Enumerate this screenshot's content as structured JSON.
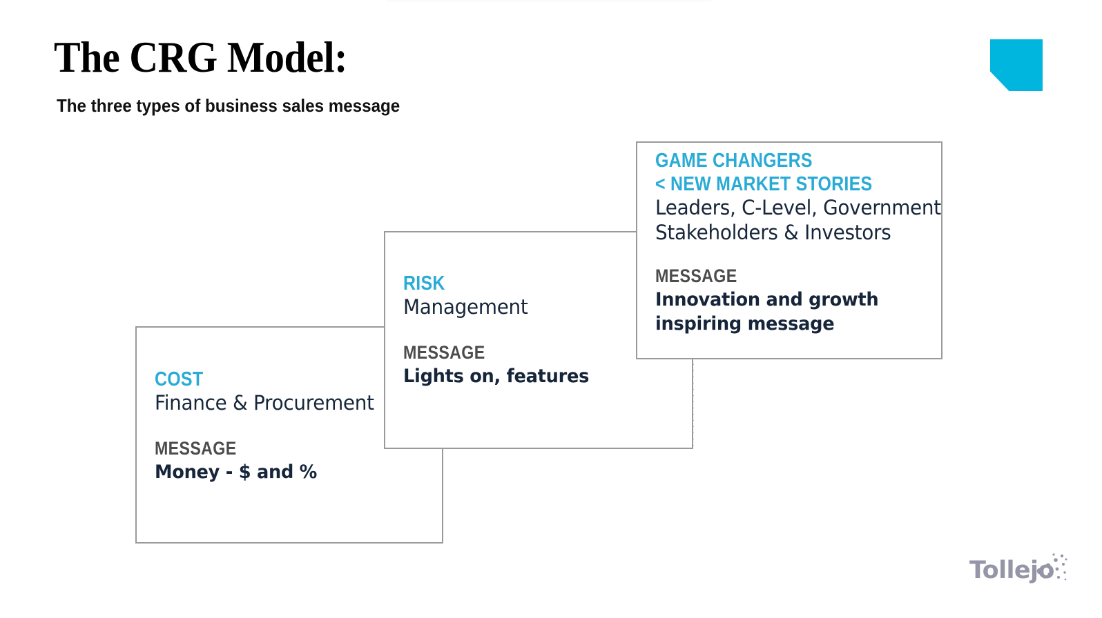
{
  "slide": {
    "title": "The CRG Model:",
    "subtitle": "The three types of business sales message",
    "accent_color": "#29abd6",
    "mark_color": "#00b6de",
    "text_color": "#16253a",
    "label_color": "#4c4c4c",
    "border_color": "#9a9a9a",
    "background": "#ffffff"
  },
  "callouts": [
    {
      "id": "cost",
      "kicker": "COST",
      "subline": "Finance & Procurement",
      "message_label": "MESSAGE",
      "message_body": "Money - $ and %"
    },
    {
      "id": "risk",
      "kicker": "RISK",
      "subline": "Management",
      "message_label": "MESSAGE",
      "message_body": "Lights on, features"
    },
    {
      "id": "game-changers",
      "kicker_line1": "GAME CHANGERS",
      "kicker_line2": "< NEW MARKET STORIES",
      "subline_line1": "Leaders, C-Level, Government",
      "subline_line2": "Stakeholders & Investors",
      "message_label": "MESSAGE",
      "message_body_line1": "Innovation and growth",
      "message_body_line2": "inspiring message"
    }
  ],
  "logo": {
    "wordmark": "Tollejo",
    "color": "#9695a8",
    "icon": "dot-scatter-icon"
  }
}
